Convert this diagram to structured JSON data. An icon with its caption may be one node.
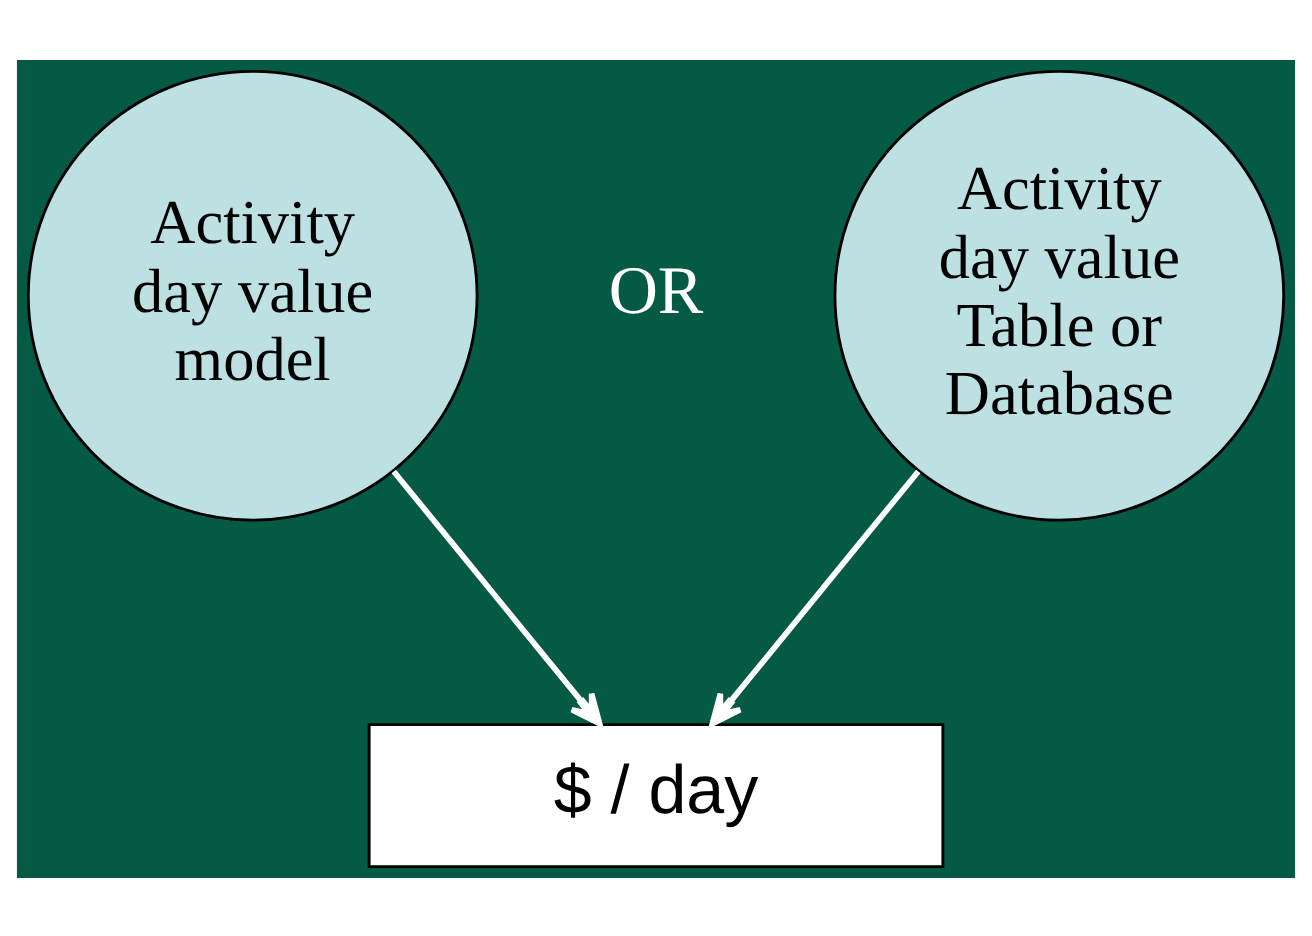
{
  "diagram": {
    "nodes": [
      {
        "text": [
          "Activity day value model"
        ]
      },
      {
        "text": [
          "Activity day value Table or Database"
        ]
      },
      {
        "text": [
          "$ / day"
        ]
      }
    ],
    "edges": [
      {
        "from": 0,
        "to": 2,
        "arrow": "to"
      },
      {
        "from": 1,
        "to": 2,
        "arrow": "to"
      }
    ],
    "labels": [
      "OR"
    ]
  }
}
